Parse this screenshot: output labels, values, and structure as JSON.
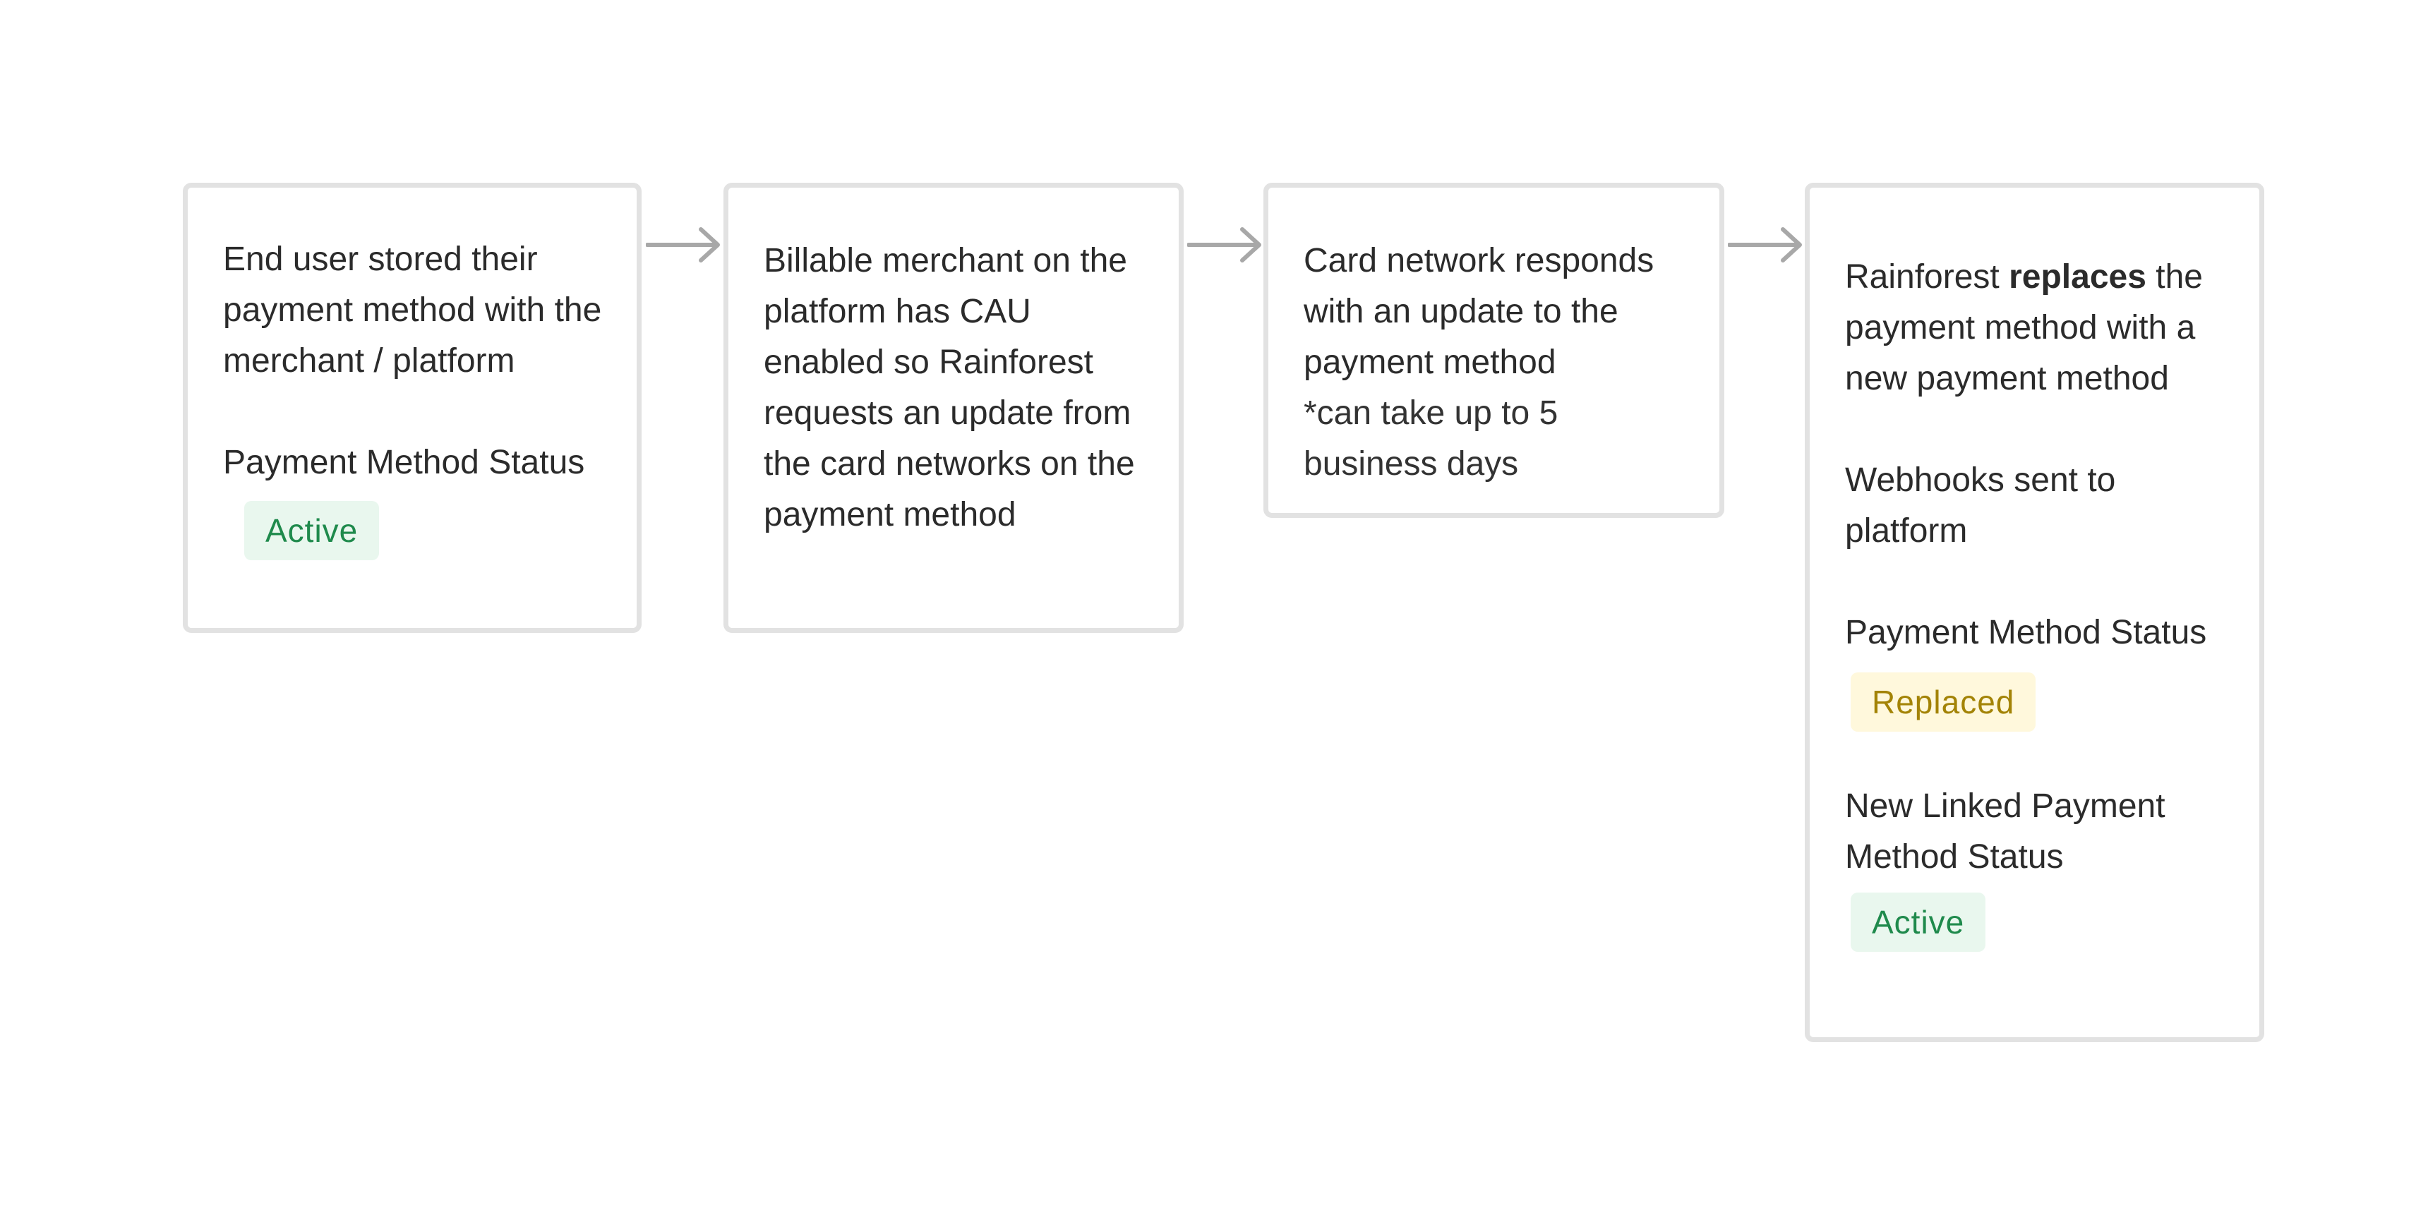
{
  "steps": [
    {
      "text": "End user stored their payment method with the merchant / platform",
      "status_label": "Payment Method Status",
      "status_badge": "Active"
    },
    {
      "text": "Billable merchant on the platform has CAU enabled so Rainforest requests an update from the card networks on the payment method"
    },
    {
      "text": "Card network responds with an update to the payment method",
      "note": "*can take up to 5 business days"
    },
    {
      "text_before": "Rainforest",
      "text_bold": "replaces",
      "text_after": "the payment method with a new payment method",
      "webhooks": "Webhooks sent to platform",
      "status_label": "Payment Method Status",
      "status_badge": "Replaced",
      "linked_label": "New Linked Payment Method Status",
      "linked_badge": "Active"
    }
  ],
  "colors": {
    "border": "#e2e2e2",
    "arrow": "#a8a8a8",
    "active_bg": "#e9f7ee",
    "active_text": "#1f8a4c",
    "replaced_bg": "#fff8dc",
    "replaced_text": "#a38306"
  },
  "icons": [
    "arrow-right-icon",
    "arrow-right-icon",
    "arrow-right-icon"
  ]
}
